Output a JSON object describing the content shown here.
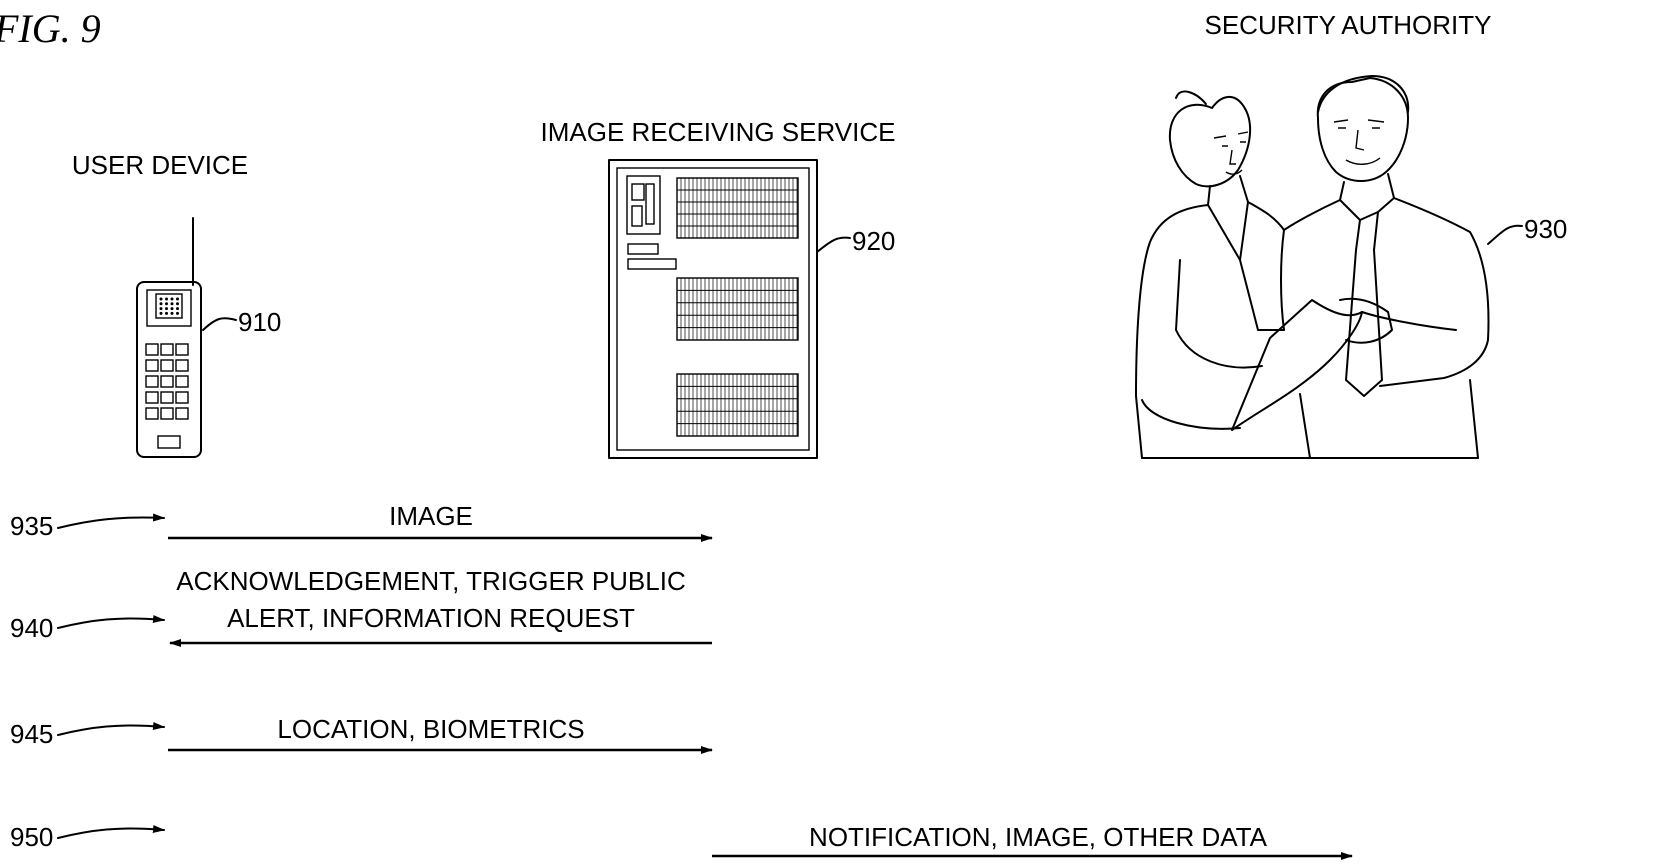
{
  "figure_title": "FIG. 9",
  "entities": {
    "user_device": {
      "label": "USER DEVICE",
      "ref": "910"
    },
    "image_service": {
      "label": "IMAGE RECEIVING SERVICE",
      "ref": "920"
    },
    "security_authority": {
      "label": "SECURITY AUTHORITY",
      "ref": "930"
    }
  },
  "messages": [
    {
      "ref": "935",
      "text": "IMAGE",
      "direction": "right"
    },
    {
      "ref": "940",
      "text_line1": "ACKNOWLEDGEMENT, TRIGGER PUBLIC",
      "text_line2": "ALERT, INFORMATION REQUEST",
      "direction": "left"
    },
    {
      "ref": "945",
      "text": "LOCATION, BIOMETRICS",
      "direction": "right"
    },
    {
      "ref": "950",
      "text": "NOTIFICATION, IMAGE, OTHER DATA",
      "direction": "right"
    }
  ]
}
